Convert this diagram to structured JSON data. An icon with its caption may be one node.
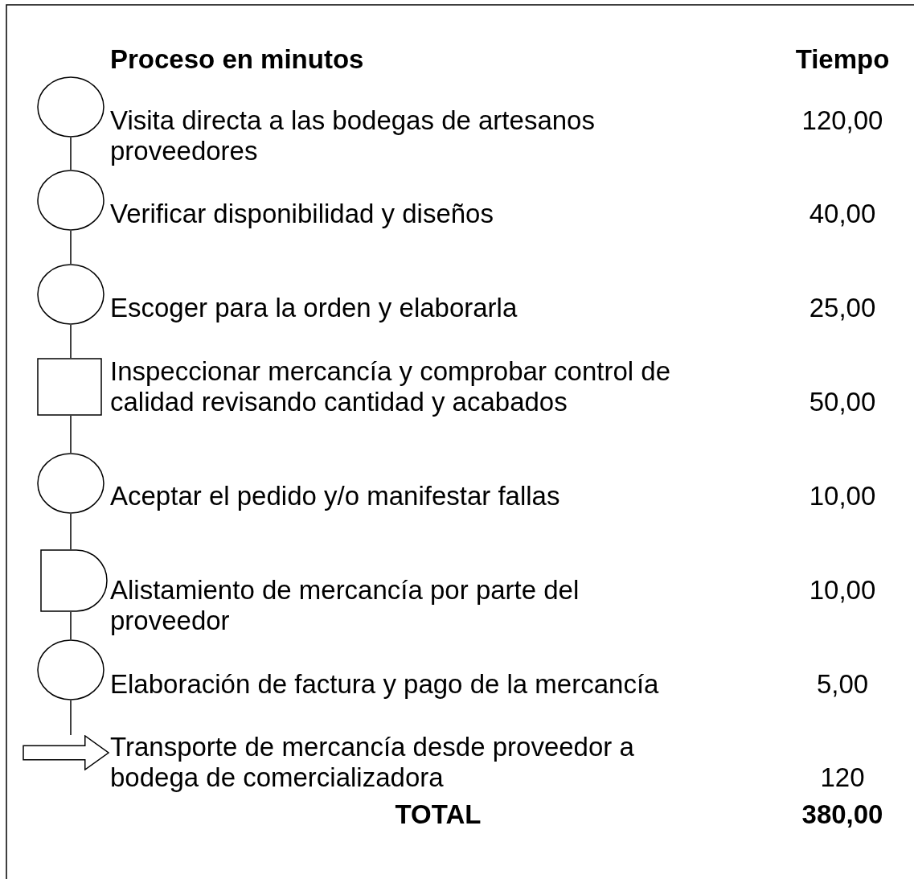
{
  "diagram": {
    "nodes": [
      {
        "text": [],
        "shape": "circle",
        "beside": [
          "Visita directa a las bodegas de artesanos proveedores"
        ]
      },
      {
        "text": [],
        "shape": "circle",
        "beside": [
          "Verificar disponibilidad y diseños"
        ]
      },
      {
        "text": [],
        "shape": "circle",
        "beside": [
          "Escoger para la orden y elaborarla"
        ]
      },
      {
        "text": [],
        "shape": "box",
        "beside": [
          "Inspeccionar mercancía y comprobar control de calidad revisando cantidad y acabados"
        ]
      },
      {
        "text": [],
        "shape": "circle",
        "beside": [
          "Aceptar el pedido y/o manifestar fallas"
        ]
      },
      {
        "text": [],
        "shape": "delay",
        "beside": [
          "Alistamiento de mercancía por parte del proveedor"
        ]
      },
      {
        "text": [],
        "shape": "circle",
        "beside": [
          "Elaboración de factura y pago de la mercancía"
        ]
      },
      {
        "text": [],
        "shape": "arrow",
        "beside": [
          "Transporte de mercancía desde proveedor a bodega de comercializadora"
        ]
      }
    ],
    "edges": [
      {
        "from": 0,
        "to": 1,
        "arrow": "none"
      },
      {
        "from": 1,
        "to": 2,
        "arrow": "none"
      },
      {
        "from": 2,
        "to": 3,
        "arrow": "none"
      },
      {
        "from": 3,
        "to": 4,
        "arrow": "none"
      },
      {
        "from": 4,
        "to": 5,
        "arrow": "none"
      },
      {
        "from": 5,
        "to": 6,
        "arrow": "none"
      },
      {
        "from": 6,
        "to": 7,
        "arrow": "none"
      }
    ],
    "labels": [
      "Proceso en minutos",
      "Tiempo",
      "120,00",
      "40,00",
      "25,00",
      "50,00",
      "10,00",
      "10,00",
      "5,00",
      "120",
      "TOTAL",
      "380,00"
    ]
  }
}
